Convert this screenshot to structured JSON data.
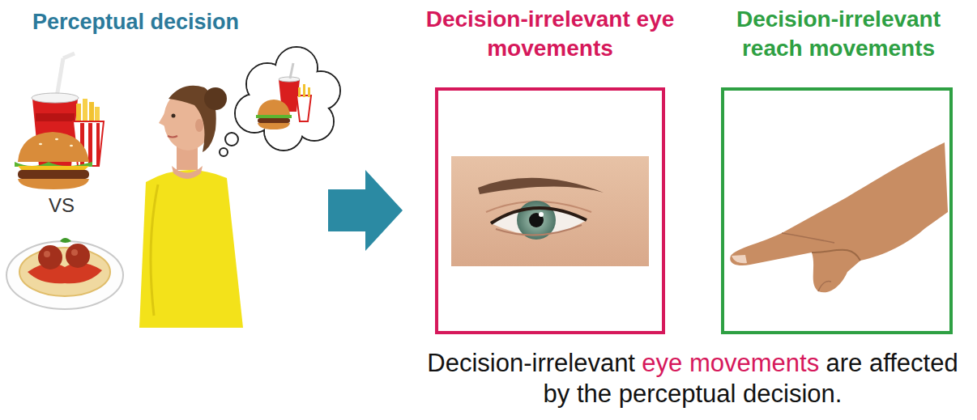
{
  "diagram": {
    "nodes": [
      {
        "text": [
          "Decision-irrelevant eye movements"
        ]
      },
      {
        "text": [
          "Decision-irrelevant reach movements"
        ]
      }
    ],
    "labels": [
      "Perceptual decision",
      "VS",
      "Decision-irrelevant",
      "eye movements",
      "are affected by the perceptual decision."
    ]
  }
}
